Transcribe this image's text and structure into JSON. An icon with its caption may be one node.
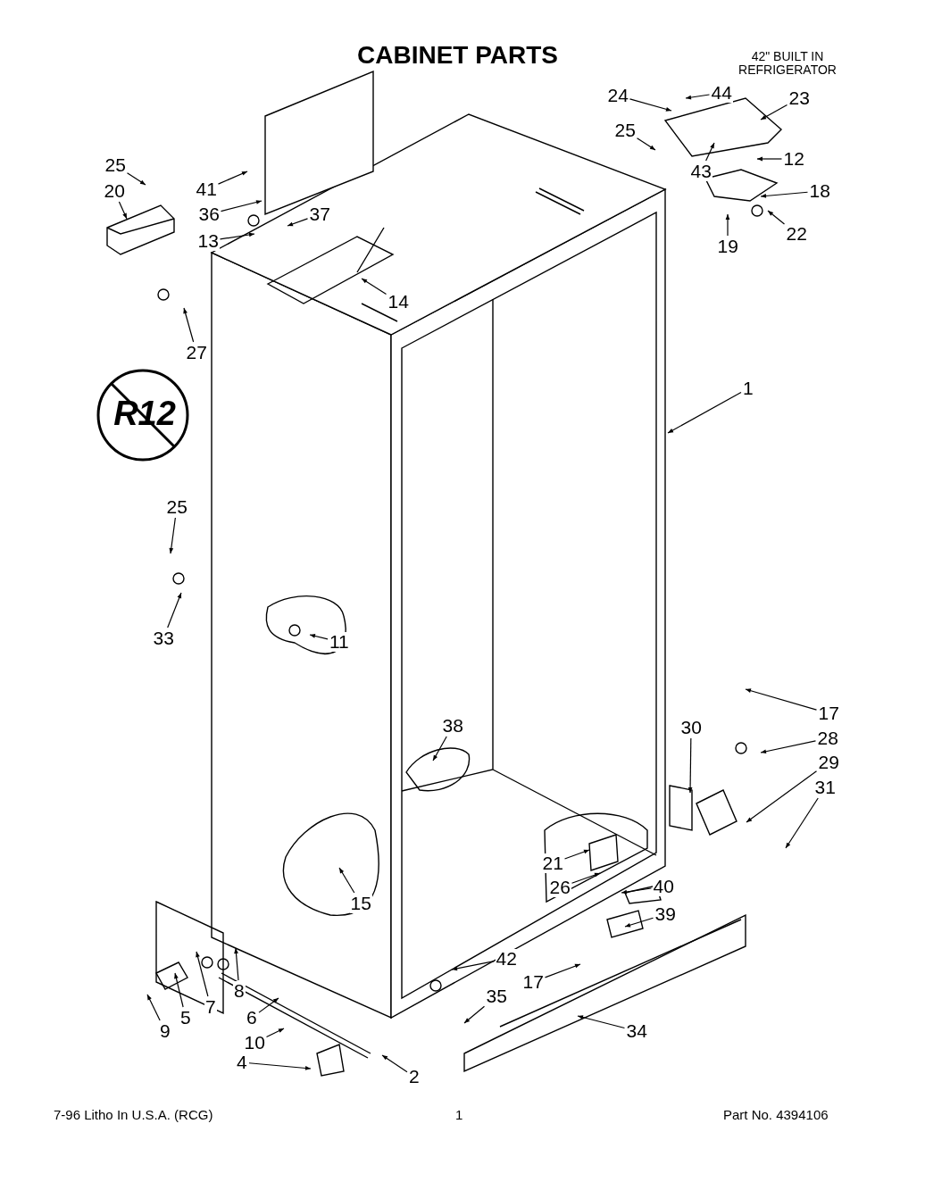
{
  "diagram": {
    "title": "CABINET PARTS",
    "nodes": [
      {
        "text": [
          "24"
        ]
      },
      {
        "text": [
          "44"
        ]
      },
      {
        "text": [
          "25"
        ]
      },
      {
        "text": [
          "23"
        ]
      },
      {
        "text": [
          "43"
        ]
      },
      {
        "text": [
          "12"
        ]
      },
      {
        "text": [
          "18"
        ]
      },
      {
        "text": [
          "19"
        ]
      },
      {
        "text": [
          "22"
        ]
      },
      {
        "text": [
          "25"
        ]
      },
      {
        "text": [
          "20"
        ]
      },
      {
        "text": [
          "41"
        ]
      },
      {
        "text": [
          "36"
        ]
      },
      {
        "text": [
          "37"
        ]
      },
      {
        "text": [
          "13"
        ]
      },
      {
        "text": [
          "14"
        ]
      },
      {
        "text": [
          "27"
        ]
      },
      {
        "text": [
          "1"
        ]
      },
      {
        "text": [
          "25"
        ]
      },
      {
        "text": [
          "33"
        ]
      },
      {
        "text": [
          "11"
        ]
      },
      {
        "text": [
          "38"
        ]
      },
      {
        "text": [
          "15"
        ]
      },
      {
        "text": [
          "17"
        ]
      },
      {
        "text": [
          "28"
        ]
      },
      {
        "text": [
          "29"
        ]
      },
      {
        "text": [
          "31"
        ]
      },
      {
        "text": [
          "30"
        ]
      },
      {
        "text": [
          "21"
        ]
      },
      {
        "text": [
          "26"
        ]
      },
      {
        "text": [
          "40"
        ]
      },
      {
        "text": [
          "39"
        ]
      },
      {
        "text": [
          "42"
        ]
      },
      {
        "text": [
          "17"
        ]
      },
      {
        "text": [
          "35"
        ]
      },
      {
        "text": [
          "34"
        ]
      },
      {
        "text": [
          "9"
        ]
      },
      {
        "text": [
          "5"
        ]
      },
      {
        "text": [
          "7"
        ]
      },
      {
        "text": [
          "8"
        ]
      },
      {
        "text": [
          "6"
        ]
      },
      {
        "text": [
          "10"
        ]
      },
      {
        "text": [
          "4"
        ]
      },
      {
        "text": [
          "2"
        ]
      }
    ],
    "edges": [
      {
        "from": 0,
        "to": null,
        "arrow": "to"
      },
      {
        "from": 1,
        "to": null,
        "arrow": "to"
      },
      {
        "from": 2,
        "to": null,
        "arrow": "to"
      },
      {
        "from": 3,
        "to": null,
        "arrow": "to"
      },
      {
        "from": 4,
        "to": null,
        "arrow": "to"
      },
      {
        "from": 5,
        "to": null,
        "arrow": "to"
      },
      {
        "from": 6,
        "to": null,
        "arrow": "to"
      },
      {
        "from": 7,
        "to": null,
        "arrow": "to"
      },
      {
        "from": 8,
        "to": null,
        "arrow": "to"
      },
      {
        "from": 9,
        "to": null,
        "arrow": "to"
      },
      {
        "from": 10,
        "to": null,
        "arrow": "to"
      },
      {
        "from": 11,
        "to": null,
        "arrow": "to"
      },
      {
        "from": 12,
        "to": null,
        "arrow": "to"
      },
      {
        "from": 13,
        "to": null,
        "arrow": "to"
      },
      {
        "from": 14,
        "to": null,
        "arrow": "to"
      },
      {
        "from": 15,
        "to": null,
        "arrow": "to"
      },
      {
        "from": 16,
        "to": null,
        "arrow": "to"
      },
      {
        "from": 17,
        "to": null,
        "arrow": "to"
      },
      {
        "from": 18,
        "to": null,
        "arrow": "to"
      },
      {
        "from": 19,
        "to": null,
        "arrow": "to"
      },
      {
        "from": 20,
        "to": null,
        "arrow": "to"
      },
      {
        "from": 21,
        "to": null,
        "arrow": "to"
      },
      {
        "from": 22,
        "to": null,
        "arrow": "to"
      },
      {
        "from": 23,
        "to": null,
        "arrow": "to"
      },
      {
        "from": 24,
        "to": null,
        "arrow": "to"
      },
      {
        "from": 25,
        "to": null,
        "arrow": "to"
      },
      {
        "from": 26,
        "to": null,
        "arrow": "to"
      },
      {
        "from": 27,
        "to": null,
        "arrow": "to"
      },
      {
        "from": 28,
        "to": null,
        "arrow": "to"
      },
      {
        "from": 29,
        "to": null,
        "arrow": "to"
      },
      {
        "from": 30,
        "to": null,
        "arrow": "to"
      },
      {
        "from": 31,
        "to": null,
        "arrow": "to"
      },
      {
        "from": 32,
        "to": null,
        "arrow": "to"
      },
      {
        "from": 33,
        "to": null,
        "arrow": "to"
      },
      {
        "from": 34,
        "to": null,
        "arrow": "to"
      },
      {
        "from": 35,
        "to": null,
        "arrow": "to"
      },
      {
        "from": 36,
        "to": null,
        "arrow": "to"
      },
      {
        "from": 37,
        "to": null,
        "arrow": "to"
      },
      {
        "from": 38,
        "to": null,
        "arrow": "to"
      },
      {
        "from": 39,
        "to": null,
        "arrow": "to"
      },
      {
        "from": 40,
        "to": null,
        "arrow": "to"
      },
      {
        "from": 41,
        "to": null,
        "arrow": "to"
      },
      {
        "from": 42,
        "to": null,
        "arrow": "to"
      },
      {
        "from": 43,
        "to": null,
        "arrow": "to"
      }
    ],
    "labels": [
      "42\" BUILT IN REFRIGERATOR",
      "R12",
      "7-96 Litho In U.S.A. (RCG)",
      "1",
      "Part No. 4394106"
    ]
  }
}
